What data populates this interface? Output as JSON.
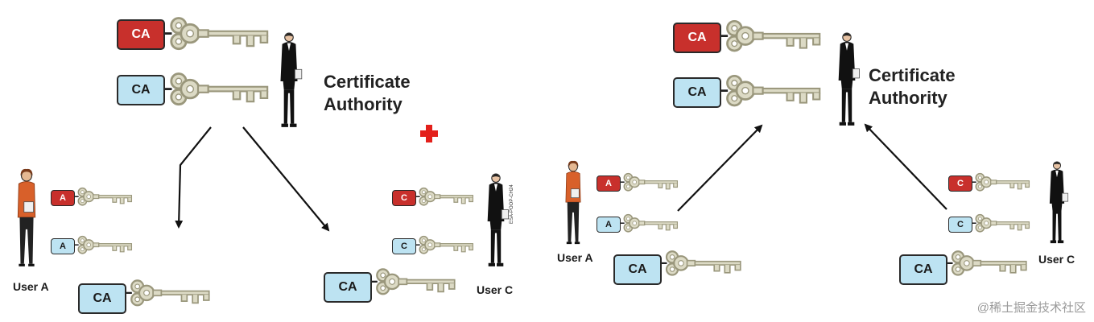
{
  "left": {
    "ca_title_line1": "Certificate",
    "ca_title_line2": "Authority",
    "ca_private_tag": "CA",
    "ca_public_tag": "CA",
    "user_a_private_tag": "A",
    "user_a_public_tag": "A",
    "user_a_ca_tag": "CA",
    "user_a_label": "User A",
    "user_c_private_tag": "C",
    "user_c_public_tag": "C",
    "user_c_ca_tag": "CA",
    "user_c_label": "User C",
    "figure_code": "ESA-POOP-CH24"
  },
  "right": {
    "ca_title_line1": "Certificate",
    "ca_title_line2": "Authority",
    "ca_private_tag": "CA",
    "ca_public_tag": "CA",
    "user_a_private_tag": "A",
    "user_a_public_tag": "A",
    "user_a_ca_tag": "CA",
    "user_a_label": "User A",
    "user_c_private_tag": "C",
    "user_c_public_tag": "C",
    "user_c_ca_tag": "CA",
    "user_c_label": "User C"
  },
  "watermark": "@稀土掘金技术社区",
  "colors": {
    "private_key_tag": "#c8302c",
    "public_key_tag": "#bde3f2",
    "key_metal": "#c9c6ac",
    "plus_sign": "#e3201b"
  },
  "icons": [
    "key-icon",
    "person-icon",
    "plus-icon",
    "arrow"
  ]
}
